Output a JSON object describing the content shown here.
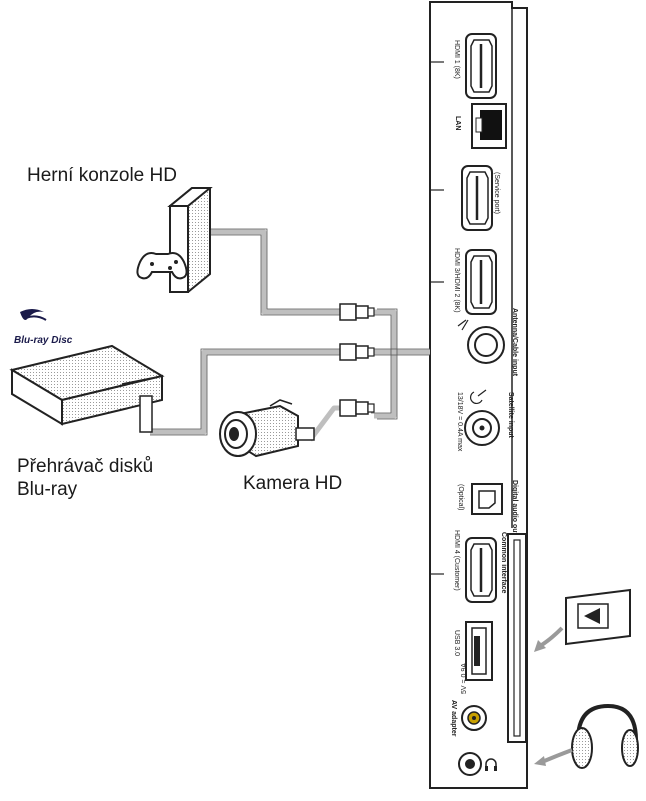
{
  "labels": {
    "game_console": "Herní konzole HD",
    "bluray_player_line1": "Přehrávač disků",
    "bluray_player_line2": "Blu-ray",
    "camera": "Kamera HD",
    "bluray_logo": "Blu-ray Disc"
  },
  "panel": {
    "hdmi1": "HDMI 1 (8K)",
    "lan": "LAN",
    "hdmi_service": "(Service port)",
    "hdmi_mid": "HDMI 3/HDMI 2 (8K)",
    "antenna": "Antenna/Cable input",
    "satellite": "Satellite input",
    "satellite_sub": "13/18V = 0.4A max",
    "digital_audio": "Digital audio out",
    "optical": "(Optical)",
    "hdmi4": "HDMI 4 (Customer)",
    "common_interface": "Common interface",
    "usb": "USB 3.0",
    "usb_sub": "5V = 0.9A",
    "av": "AV adapter"
  }
}
